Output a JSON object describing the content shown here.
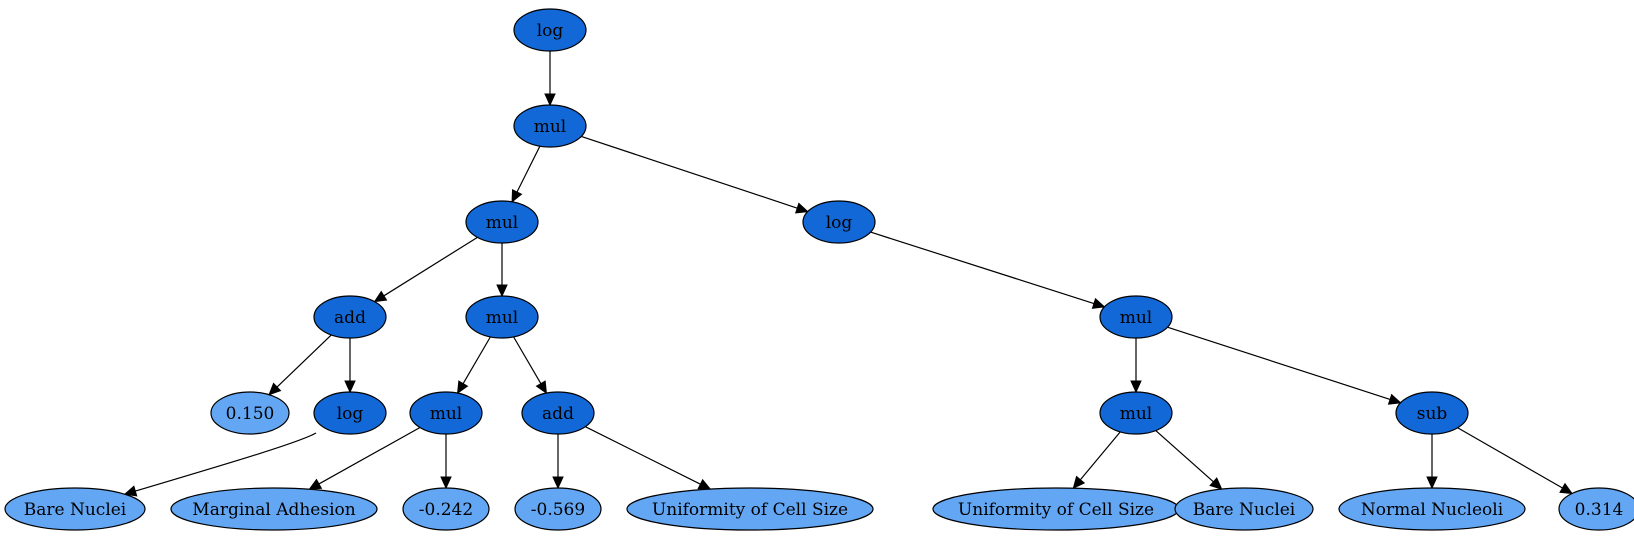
{
  "colors": {
    "operator_fill": "#1268d6",
    "leaf_fill": "#63a7f4",
    "outline": "#000000",
    "edge": "#000000"
  },
  "tree": {
    "nodes": [
      {
        "id": "n0",
        "label": "log",
        "kind": "operator"
      },
      {
        "id": "n1",
        "label": "mul",
        "kind": "operator"
      },
      {
        "id": "n2",
        "label": "mul",
        "kind": "operator"
      },
      {
        "id": "n3",
        "label": "log",
        "kind": "operator"
      },
      {
        "id": "n4",
        "label": "add",
        "kind": "operator"
      },
      {
        "id": "n5",
        "label": "mul",
        "kind": "operator"
      },
      {
        "id": "n6",
        "label": "mul",
        "kind": "operator"
      },
      {
        "id": "n7",
        "label": "0.150",
        "kind": "leaf"
      },
      {
        "id": "n8",
        "label": "log",
        "kind": "operator"
      },
      {
        "id": "n9",
        "label": "mul",
        "kind": "operator"
      },
      {
        "id": "n10",
        "label": "add",
        "kind": "operator"
      },
      {
        "id": "n11",
        "label": "mul",
        "kind": "operator"
      },
      {
        "id": "n12",
        "label": "sub",
        "kind": "operator"
      },
      {
        "id": "n13",
        "label": "Bare Nuclei",
        "kind": "leaf"
      },
      {
        "id": "n14",
        "label": "Marginal Adhesion",
        "kind": "leaf"
      },
      {
        "id": "n15",
        "label": "-0.242",
        "kind": "leaf"
      },
      {
        "id": "n16",
        "label": "-0.569",
        "kind": "leaf"
      },
      {
        "id": "n17",
        "label": "Uniformity of Cell Size",
        "kind": "leaf"
      },
      {
        "id": "n18",
        "label": "Uniformity of Cell Size",
        "kind": "leaf"
      },
      {
        "id": "n19",
        "label": "Bare Nuclei",
        "kind": "leaf"
      },
      {
        "id": "n20",
        "label": "Normal Nucleoli",
        "kind": "leaf"
      },
      {
        "id": "n21",
        "label": "0.314",
        "kind": "leaf"
      }
    ],
    "edges": [
      {
        "from": "n0",
        "to": "n1"
      },
      {
        "from": "n1",
        "to": "n2"
      },
      {
        "from": "n1",
        "to": "n3"
      },
      {
        "from": "n2",
        "to": "n4"
      },
      {
        "from": "n2",
        "to": "n5"
      },
      {
        "from": "n3",
        "to": "n6"
      },
      {
        "from": "n4",
        "to": "n7"
      },
      {
        "from": "n4",
        "to": "n8"
      },
      {
        "from": "n5",
        "to": "n9"
      },
      {
        "from": "n5",
        "to": "n10"
      },
      {
        "from": "n6",
        "to": "n11"
      },
      {
        "from": "n6",
        "to": "n12"
      },
      {
        "from": "n8",
        "to": "n13"
      },
      {
        "from": "n9",
        "to": "n14"
      },
      {
        "from": "n9",
        "to": "n15"
      },
      {
        "from": "n10",
        "to": "n16"
      },
      {
        "from": "n10",
        "to": "n17"
      },
      {
        "from": "n11",
        "to": "n18"
      },
      {
        "from": "n11",
        "to": "n19"
      },
      {
        "from": "n12",
        "to": "n20"
      },
      {
        "from": "n12",
        "to": "n21"
      }
    ]
  }
}
